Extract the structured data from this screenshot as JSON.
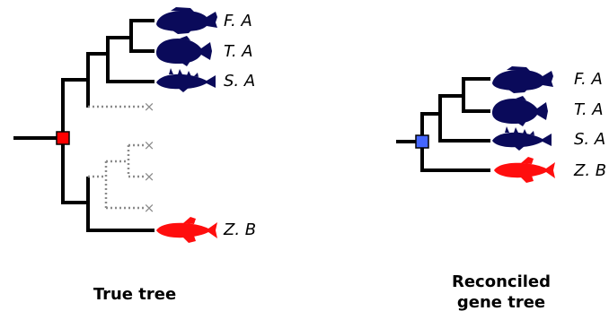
{
  "colors": {
    "branch": "#000000",
    "lost_branch": "#8a8a8a",
    "loss_mark": "#8a8a8a",
    "fish_navy": "#0a0a5a",
    "fish_red": "#ff0e0e",
    "duplication_node": "#ff0000",
    "reconciled_node": "#4466ff"
  },
  "true_tree": {
    "caption": "True tree",
    "leaves": [
      {
        "label": "F. A",
        "fish": "flat-fish-icon",
        "color": "navy"
      },
      {
        "label": "T. A",
        "fish": "puffer-fish-icon",
        "color": "navy"
      },
      {
        "label": "S. A",
        "fish": "stickleback-fish-icon",
        "color": "navy"
      },
      {
        "label": "Z. B",
        "fish": "zebrafish-icon",
        "color": "red"
      }
    ],
    "lost_leaf_count": 4
  },
  "gene_tree": {
    "caption_line1": "Reconciled",
    "caption_line2": "gene tree",
    "leaves": [
      {
        "label": "F. A",
        "fish": "flat-fish-icon",
        "color": "navy"
      },
      {
        "label": "T. A",
        "fish": "puffer-fish-icon",
        "color": "navy"
      },
      {
        "label": "S. A",
        "fish": "stickleback-fish-icon",
        "color": "navy"
      },
      {
        "label": "Z. B",
        "fish": "zebrafish-icon",
        "color": "red"
      }
    ]
  }
}
